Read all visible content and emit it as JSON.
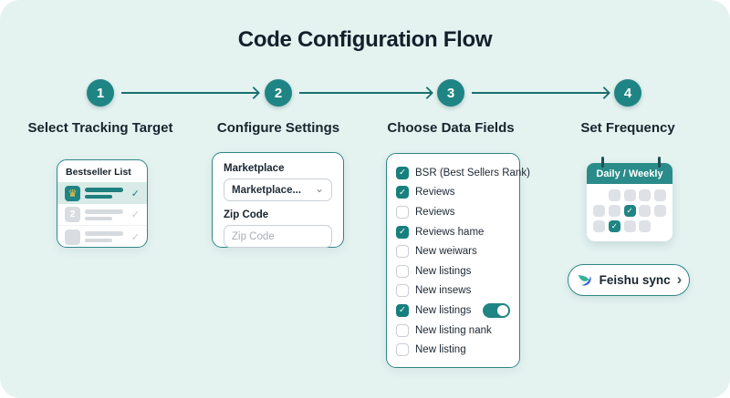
{
  "title": "Code Configuration Flow",
  "icons": {
    "check": "✓",
    "chevron_down": "⌄",
    "chevron_right": "›",
    "crown": "♛"
  },
  "colors": {
    "background": "#e4f2f0",
    "accent_teal": "#1f8584",
    "arrow_teal": "#19706e",
    "text_dark": "#13202b",
    "gray_fill": "#d9dde2",
    "row_highlight": "#d8ebe7",
    "crown_gold": "#ffc63e"
  },
  "steps": [
    {
      "number": "1",
      "label": "Select Tracking Target"
    },
    {
      "number": "2",
      "label": "Configure Settings"
    },
    {
      "number": "3",
      "label": "Choose Data Fields"
    },
    {
      "number": "4",
      "label": "Set Frequency"
    }
  ],
  "bestseller_card": {
    "title": "Bestseller List",
    "rows": [
      {
        "badge": "crown",
        "selected": true
      },
      {
        "badge": "2",
        "selected": false
      },
      {
        "badge": "",
        "selected": false
      }
    ]
  },
  "settings_card": {
    "marketplace_label": "Marketplace",
    "marketplace_value": "Marketplace...",
    "zip_label": "Zip Code",
    "zip_placeholder": "Zip Code"
  },
  "fields_card": {
    "items": [
      {
        "label": "BSR (Best Sellers Rank)",
        "checked": true
      },
      {
        "label": "Reviews",
        "checked": true
      },
      {
        "label": "Reviews",
        "checked": false
      },
      {
        "label": "Reviews hame",
        "checked": true
      },
      {
        "label": "New weiwars",
        "checked": false
      },
      {
        "label": "New listings",
        "checked": false
      },
      {
        "label": "New insews",
        "checked": false
      },
      {
        "label": "New listings",
        "checked": true,
        "has_toggle": true,
        "toggle_on": true
      },
      {
        "label": "New listing nank",
        "checked": false
      },
      {
        "label": "New listing",
        "checked": false
      }
    ]
  },
  "frequency": {
    "calendar_header": "Daily / Weekly",
    "grid": [
      [
        "none",
        "plain",
        "plain",
        "plain",
        "plain"
      ],
      [
        "plain",
        "plain",
        "check",
        "plain",
        "plain"
      ],
      [
        "plain",
        "check",
        "plain",
        "plain",
        "none"
      ]
    ],
    "button_label": "Feishu sync"
  }
}
